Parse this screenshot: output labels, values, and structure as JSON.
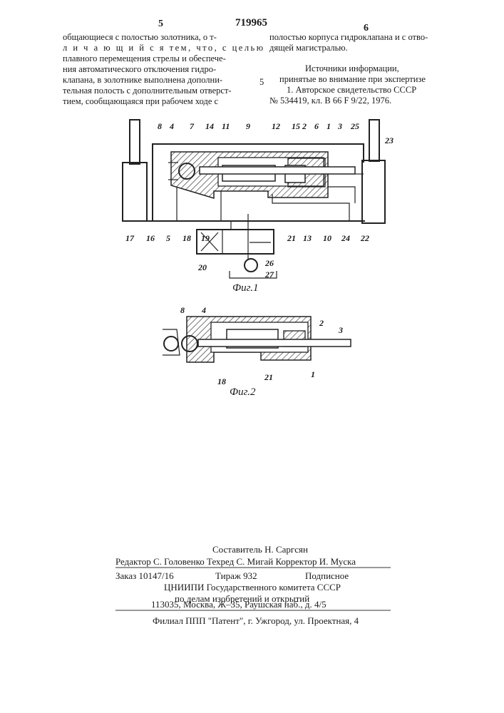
{
  "header": {
    "page_left": "5",
    "patent_number": "719965",
    "page_right": "6"
  },
  "left_column": {
    "lines": [
      "общающиеся с полостью золотника, о т-",
      "л и ч а ю щ и й с я тем, что, с целью",
      "плавного перемещения стрелы и обеспече-",
      "ния автоматического отключения гидро-",
      "клапана, в золотнике выполнена дополни-",
      "тельная полость с дополнительным отверст-",
      "тием, сообщающаяся при рабочем ходе с"
    ]
  },
  "margin_number": "5",
  "right_column": {
    "lines": [
      "полостью корпуса гидроклапана и с отво-",
      "дящей магистралью."
    ],
    "sources_title": "Источники информации,",
    "sources_subtitle": "принятые во внимание при экспертизе",
    "sources": [
      "1. Авторское свидетельство СССР",
      "№ 534419, кл. В 66 F 9/22, 1976."
    ]
  },
  "figure1": {
    "caption": "Фиг.1",
    "labels": [
      "8",
      "4",
      "7",
      "14",
      "11",
      "9",
      "12",
      "15",
      "2",
      "6",
      "1",
      "3",
      "25",
      "23",
      "17",
      "16",
      "5",
      "18",
      "19",
      "21",
      "13",
      "10",
      "24",
      "22",
      "20",
      "26",
      "27"
    ]
  },
  "figure2": {
    "caption": "Фиг.2",
    "labels": [
      "8",
      "4",
      "2",
      "3",
      "18",
      "21",
      "1"
    ]
  },
  "imprint": {
    "composer": "Составитель Н. Саргсян",
    "editor_line": "Редактор С. Головенко Техред С. Мигай   Корректор И. Муска",
    "order": "Заказ 10147/16",
    "circulation": "Тираж 932",
    "subscription": "Подписное",
    "institute_1": "ЦНИИПИ Государственного комитета СССР",
    "institute_2": "по делам изобретений и открытий",
    "address": "113035, Москва, Ж–35, Раушская наб., д. 4/5",
    "branch": "Филиал ППП \"Патент\", г. Ужгород, ул. Проектная, 4"
  }
}
